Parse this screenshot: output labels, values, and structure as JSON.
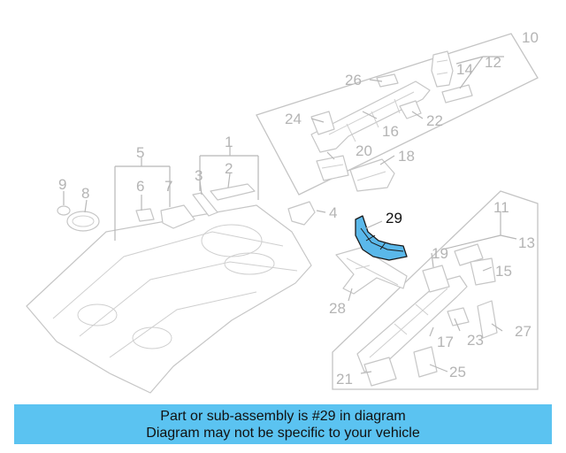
{
  "banner": {
    "line1": "Part or sub-assembly is #29 in diagram",
    "line2": "Diagram may not be specific to your vehicle"
  },
  "callouts": {
    "c1": "1",
    "c2": "2",
    "c3": "3",
    "c4": "4",
    "c5": "5",
    "c6": "6",
    "c7": "7",
    "c8": "8",
    "c9": "9",
    "c10": "10",
    "c11": "11",
    "c12": "12",
    "c13": "13",
    "c14": "14",
    "c15": "15",
    "c16": "16",
    "c17": "17",
    "c18": "18",
    "c19": "19",
    "c20": "20",
    "c21": "21",
    "c22": "22",
    "c23": "23",
    "c24": "24",
    "c25": "25",
    "c26": "26",
    "c27": "27",
    "c28": "28",
    "c29": "29"
  },
  "highlight": {
    "part": "29",
    "color": "#5ab8ea",
    "banner_color": "#5bc3f1"
  }
}
